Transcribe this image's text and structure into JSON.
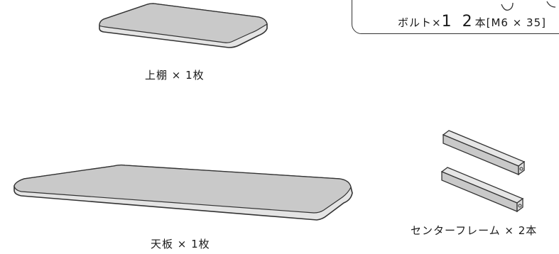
{
  "parts": {
    "top_shelf_label": "上棚 × 1枚",
    "top_board_label": "天板 × 1枚",
    "center_frame_label": "センターフレーム × 2本"
  },
  "bolts": {
    "name": "ボルト",
    "times": "×",
    "count": "1 2",
    "unit": "本",
    "spec": "[M6 × 35]"
  },
  "colors": {
    "panel_fill": "#c9c9c9",
    "panel_edge": "#e6e6e6",
    "outline": "#333333"
  }
}
